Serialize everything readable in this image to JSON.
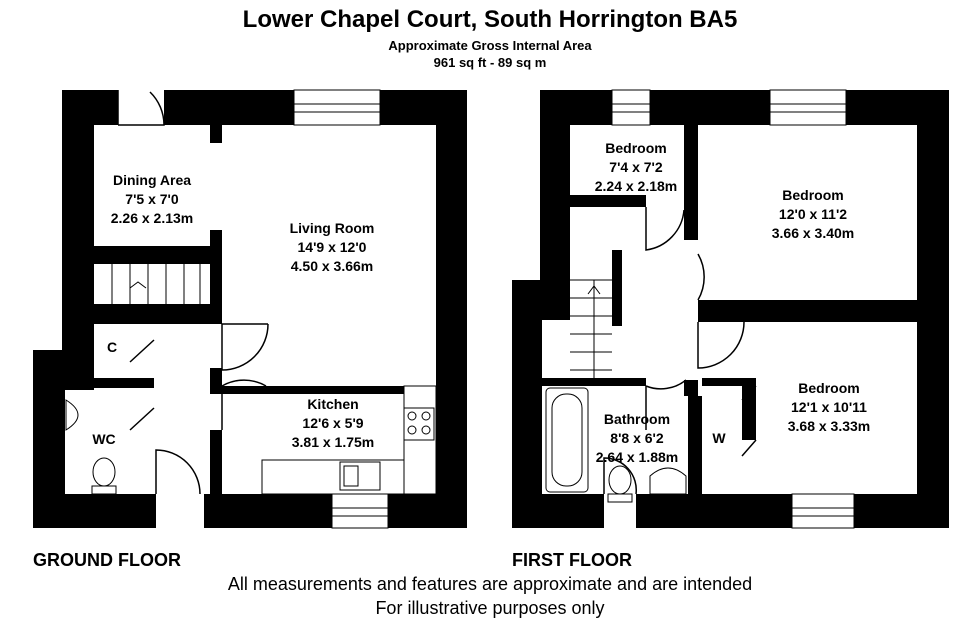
{
  "header": {
    "title": "Lower Chapel Court, South Horrington BA5",
    "subtitle": "Approximate Gross Internal Area",
    "area": "961 sq ft - 89 sq m"
  },
  "ground_floor": {
    "label": "GROUND FLOOR",
    "rooms": [
      {
        "name": "Dining Area",
        "imperial": "7'5 x 7'0",
        "metric": "2.26 x 2.13m"
      },
      {
        "name": "Living Room",
        "imperial": "14'9 x 12'0",
        "metric": "4.50 x 3.66m"
      },
      {
        "name": "Kitchen",
        "imperial": "12'6 x 5'9",
        "metric": "3.81 x 1.75m"
      },
      {
        "name": "C"
      },
      {
        "name": "WC"
      }
    ]
  },
  "first_floor": {
    "label": "FIRST FLOOR",
    "rooms": [
      {
        "name": "Bedroom",
        "imperial": "7'4 x 7'2",
        "metric": "2.24 x 2.18m"
      },
      {
        "name": "Bedroom",
        "imperial": "12'0 x 11'2",
        "metric": "3.66 x 3.40m"
      },
      {
        "name": "Bedroom",
        "imperial": "12'1 x 10'11",
        "metric": "3.68 x 3.33m"
      },
      {
        "name": "Bathroom",
        "imperial": "8'8 x 6'2",
        "metric": "2.64 x 1.88m"
      },
      {
        "name": "W"
      }
    ]
  },
  "disclaimer": {
    "line1": "All measurements and features are approximate and are intended",
    "line2": "For illustrative purposes only"
  }
}
